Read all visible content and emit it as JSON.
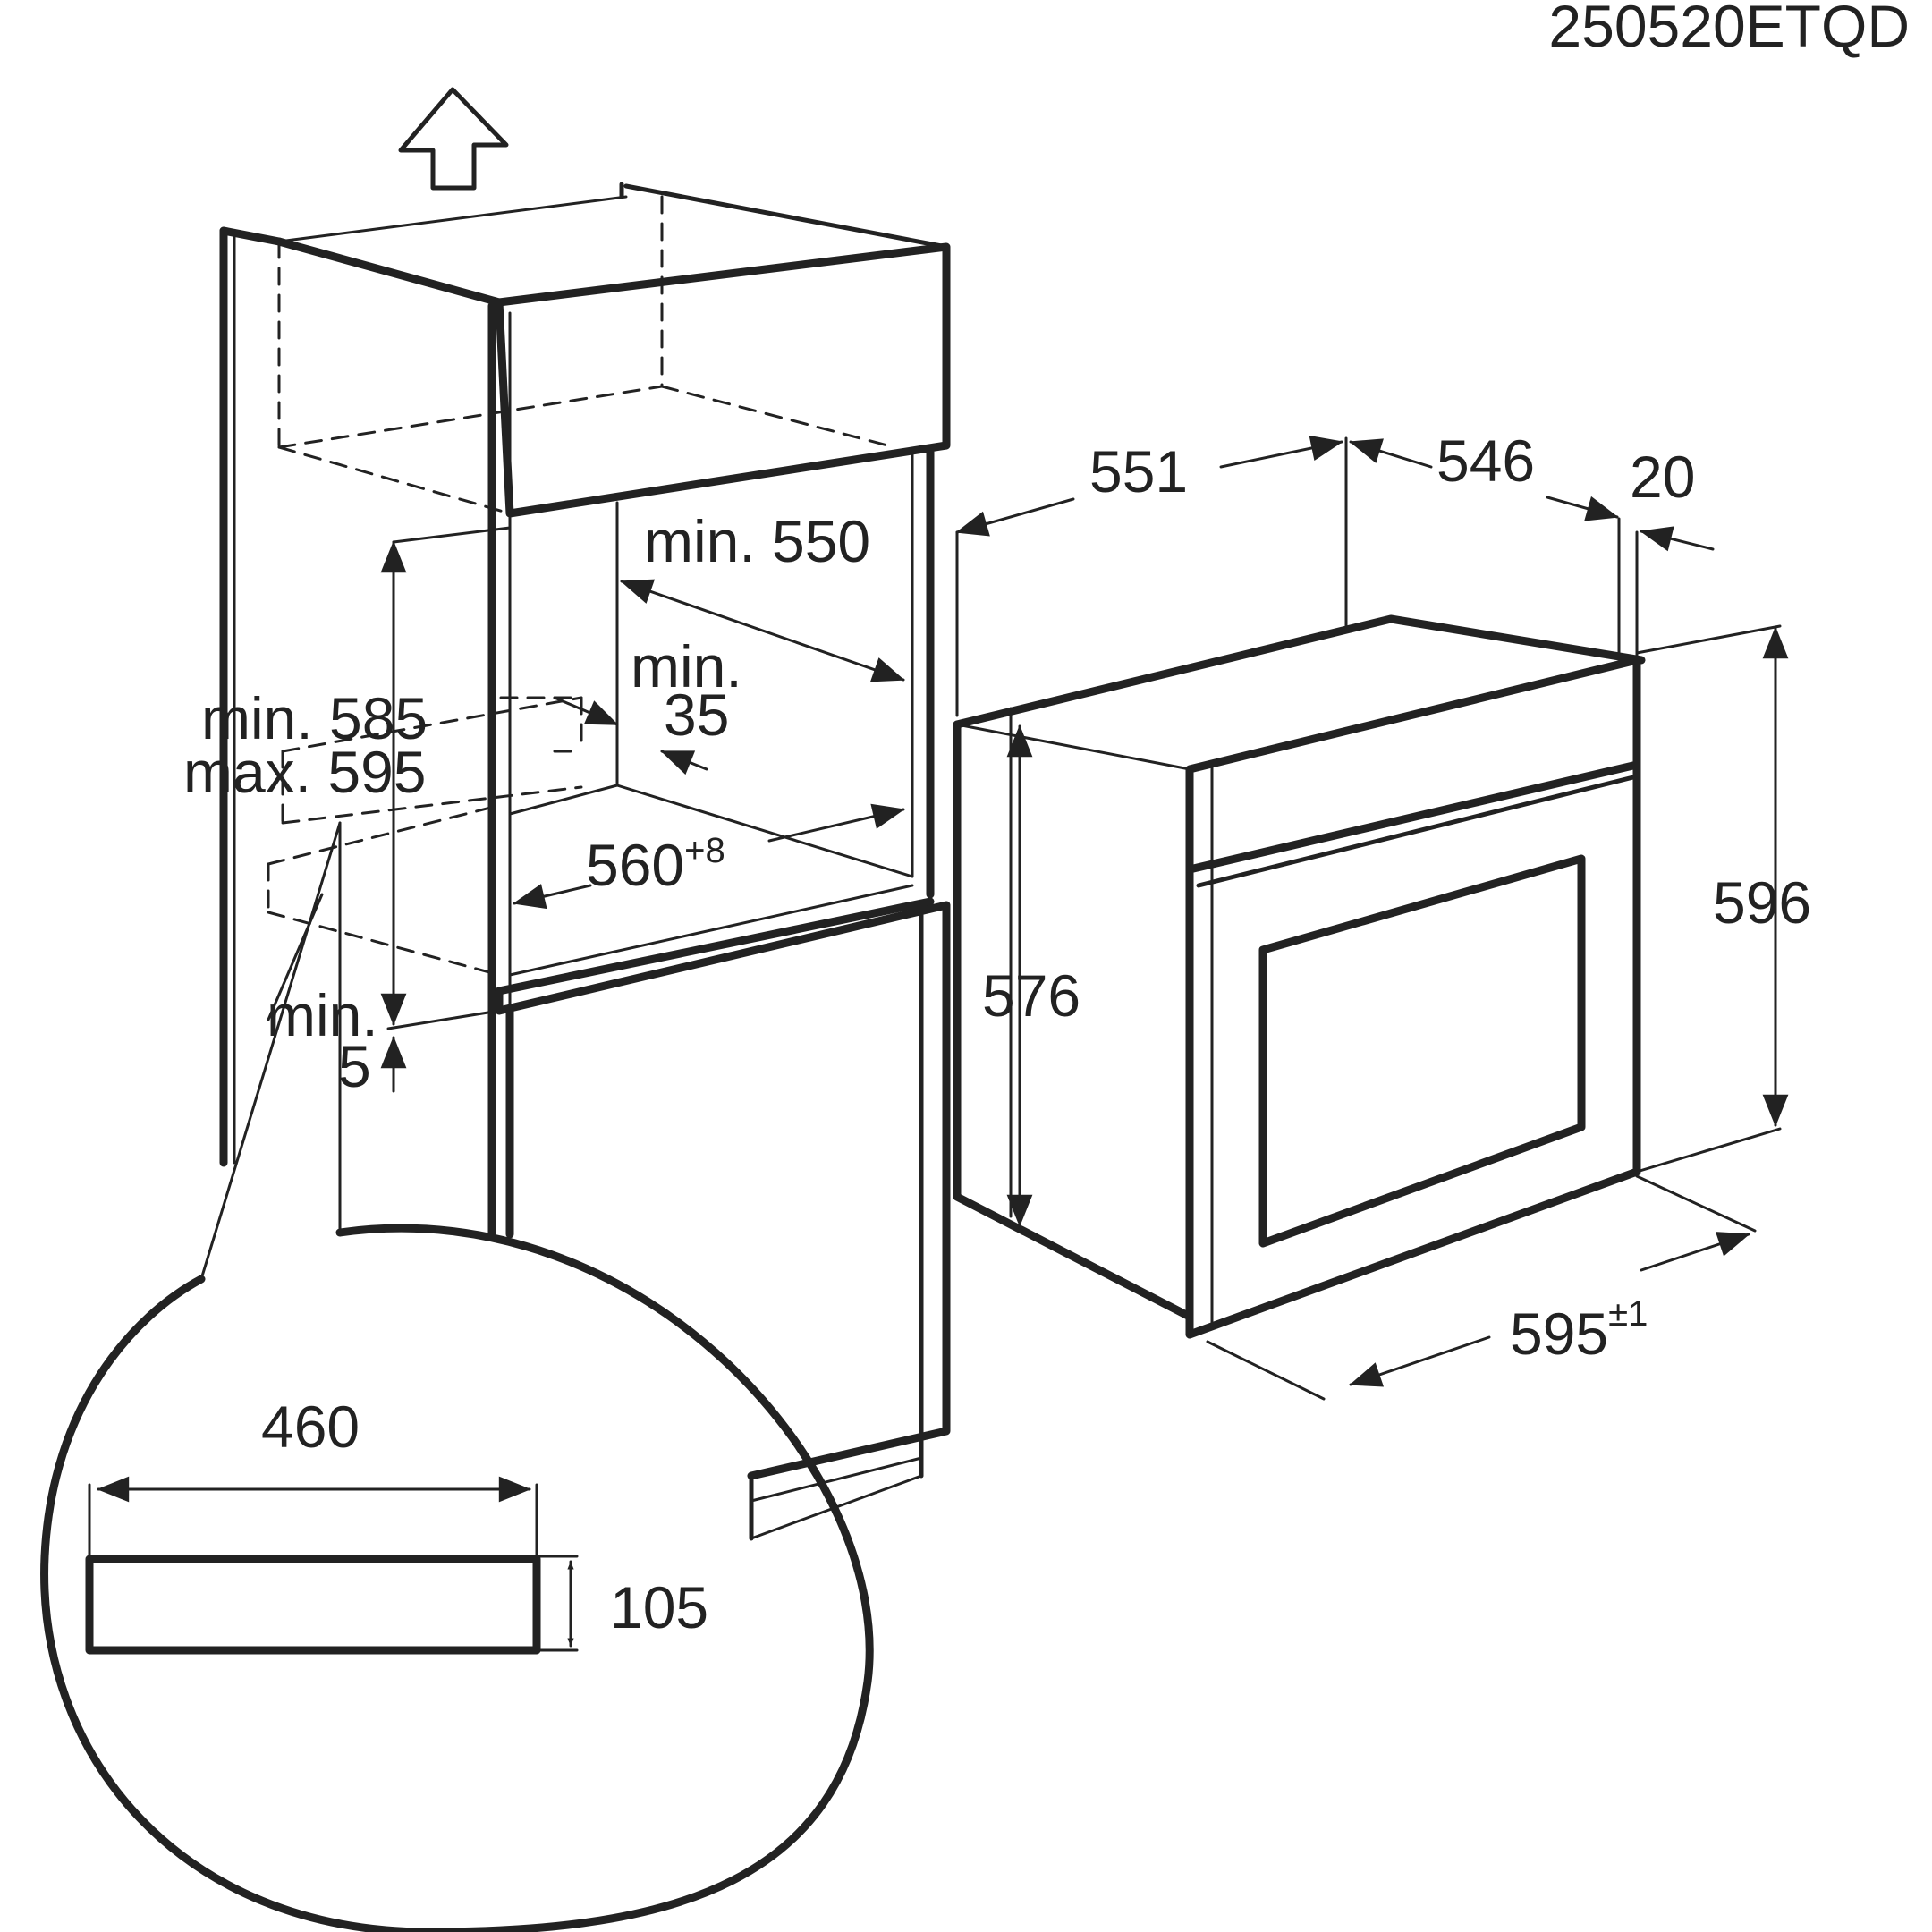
{
  "code": "250520ETQD",
  "cabinet": {
    "depth_min": "min. 550",
    "gap_min_line1": "min.",
    "gap_min_line2": "35",
    "height_min": "min. 585",
    "height_max": "max. 595",
    "width_value": "560",
    "width_tolerance": "+8",
    "bottom_min_line1": "min.",
    "bottom_min_line2": "5"
  },
  "oven": {
    "depth_total": "551",
    "depth_body": "546",
    "front_thickness": "20",
    "height_body": "576",
    "height_total": "596",
    "width_value": "595",
    "width_tolerance": "±1"
  },
  "detail": {
    "opening_width": "460",
    "opening_height": "105"
  },
  "colors": {
    "ink": "#222222",
    "background": "#ffffff"
  }
}
